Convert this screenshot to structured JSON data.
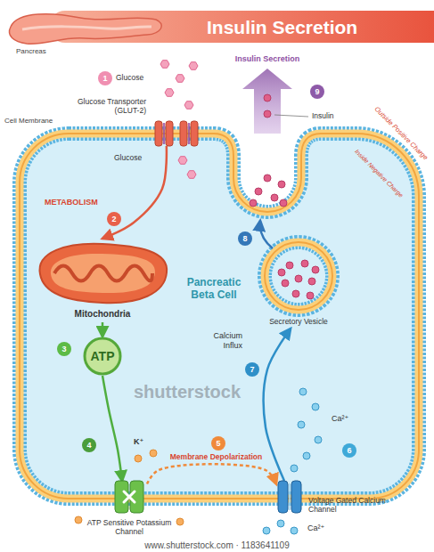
{
  "diagram": {
    "title": "Insulin Secretion",
    "nodes": [
      {
        "text": [
          "Glucose Transporter (GLUT-2)"
        ]
      },
      {
        "text": [
          "Pancreatic Beta Cell"
        ]
      },
      {
        "text": [
          "Mitochondria"
        ],
        "in": 1
      },
      {
        "text": [
          "ATP"
        ],
        "in": 1
      },
      {
        "text": [
          "Secretory Vesicle"
        ],
        "in": 1
      },
      {
        "text": [
          "ATP Sensitive Potassium Channel"
        ]
      },
      {
        "text": [
          "Voltage Gated Calcium Channel"
        ]
      }
    ],
    "edges": [
      {
        "from": 0,
        "to": 2,
        "label": "METABOLISM",
        "arrow": "to"
      },
      {
        "from": 2,
        "to": 3,
        "arrow": "to"
      },
      {
        "from": 3,
        "to": 5,
        "arrow": "to"
      },
      {
        "from": 5,
        "to": 6,
        "label": "Membrane Depolarization",
        "arrow": "to"
      },
      {
        "from": 6,
        "to": 4,
        "label": "Calcium Influx",
        "arrow": "to"
      }
    ],
    "labels": [
      "Pancreas",
      "1",
      "Glucose",
      "Cell Membrane",
      "Glucose",
      "2",
      "3",
      "4",
      "K⁺",
      "5",
      "6",
      "Ca²⁺",
      "Ca²⁺",
      "7",
      "8",
      "Insulin Secretion",
      "9",
      "Insulin",
      "Outside Positive Charge",
      "Inside Negative Charge",
      "shutterstock",
      "www.shutterstock.com · 1183641109"
    ]
  }
}
